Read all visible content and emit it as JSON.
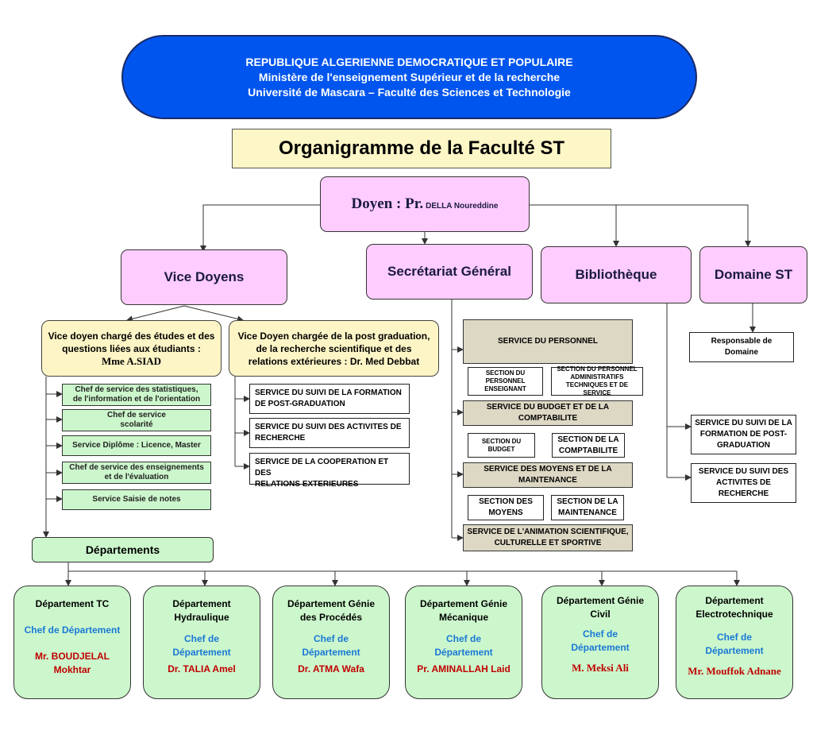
{
  "header": {
    "line1": "REPUBLIQUE ALGERIENNE DEMOCRATIQUE ET POPULAIRE",
    "line2": "Ministère de l'enseignement Supérieur et de la recherche",
    "line3": "Université de Mascara – Faculté des Sciences et Technologie"
  },
  "title": "Organigramme de la Faculté  ST",
  "doyen": {
    "label": "Doyen : Pr.",
    "name": "DELLA Noureddine"
  },
  "units": {
    "vice_doyens": "Vice Doyens",
    "secretariat": "Secrétariat Général",
    "bibliotheque": "Bibliothèque",
    "domaine": "Domaine ST"
  },
  "vd1": {
    "line1": "Vice doyen chargé des études et des",
    "line2": "questions liées aux étudiants :",
    "name": "Mme A.SIAD"
  },
  "vd2": {
    "line1": "Vice Doyen chargée de la post graduation,",
    "line2": "de la recherche  scientifique et des",
    "line3": "relations extérieures : Dr. Med Debbat"
  },
  "vd1_services": [
    [
      "Chef de service des statistiques,",
      "de l'information et de l'orientation"
    ],
    [
      "Chef de service",
      "scolarité"
    ],
    [
      "Service Diplôme : Licence, Master"
    ],
    [
      "Chef de service des enseignements",
      "et de l'évaluation"
    ],
    [
      "Service Saisie de notes"
    ]
  ],
  "vd2_services": [
    [
      "SERVICE DU SUIVI DE LA FORMATION",
      "DE POST-GRADUATION"
    ],
    [
      "SERVICE DU SUIVI DES ACTIVITES DE",
      "RECHERCHE"
    ],
    [
      "SERVICE DE LA COOPERATION ET DES",
      "RELATIONS EXTERIEURES"
    ]
  ],
  "sg": {
    "personnel": "SERVICE DU PERSONNEL",
    "sect_enseignant": [
      "SECTION DU",
      "PERSONNEL",
      "ENSEIGNANT"
    ],
    "sect_admin": [
      "SECTION DU PERSONNEL",
      "ADMINISTRATIFS",
      "TECHNIQUES ET DE SERVICE"
    ],
    "budget": [
      "SERVICE DU BUDGET ET DE LA",
      "COMPTABILITE"
    ],
    "sect_budget": [
      "SECTION DU",
      "BUDGET"
    ],
    "sect_compta": [
      "SECTION DE LA",
      "COMPTABILITE"
    ],
    "moyens": [
      "SERVICE DES MOYENS ET DE LA",
      "MAINTENANCE"
    ],
    "sect_moyens": [
      "SECTION DES",
      "MOYENS"
    ],
    "sect_maint": [
      "SECTION DE LA",
      "MAINTENANCE"
    ],
    "animation": [
      "SERVICE DE L'ANIMATION SCIENTIFIQUE,",
      "CULTURELLE ET SPORTIVE"
    ]
  },
  "biblio_services": [
    [
      "SERVICE DU SUIVI DE LA",
      "FORMATION DE POST-",
      "GRADUATION"
    ],
    [
      "SERVICE DU SUIVI DES",
      "ACTIVITES DE",
      "RECHERCHE"
    ]
  ],
  "domaine_resp": [
    "Responsable de",
    "Domaine"
  ],
  "departements_label": "Départements",
  "departments": [
    {
      "title": [
        "Département TC"
      ],
      "chef": [
        "Chef de Département"
      ],
      "name": [
        "Mr. BOUDJELAL",
        "Mokhtar"
      ]
    },
    {
      "title": [
        "Département",
        "Hydraulique"
      ],
      "chef": [
        "Chef de",
        "Département"
      ],
      "name": [
        "Dr. TALIA Amel"
      ]
    },
    {
      "title": [
        "Département Génie",
        "des Procédés"
      ],
      "chef": [
        "Chef de",
        "Département"
      ],
      "name": [
        "Dr. ATMA Wafa"
      ]
    },
    {
      "title": [
        "Département Génie",
        "Mécanique"
      ],
      "chef": [
        "Chef de",
        "Département"
      ],
      "name": [
        "Pr. AMINALLAH Laid"
      ]
    },
    {
      "title": [
        "Département Génie",
        "Civil"
      ],
      "chef": [
        "Chef de",
        "Département"
      ],
      "name": [
        "M. Meksi Ali"
      ]
    },
    {
      "title": [
        "Département",
        "Electrotechnique"
      ],
      "chef": [
        "Chef de",
        "Département"
      ],
      "name": [
        "Mr. Mouffok Adnane"
      ]
    }
  ]
}
